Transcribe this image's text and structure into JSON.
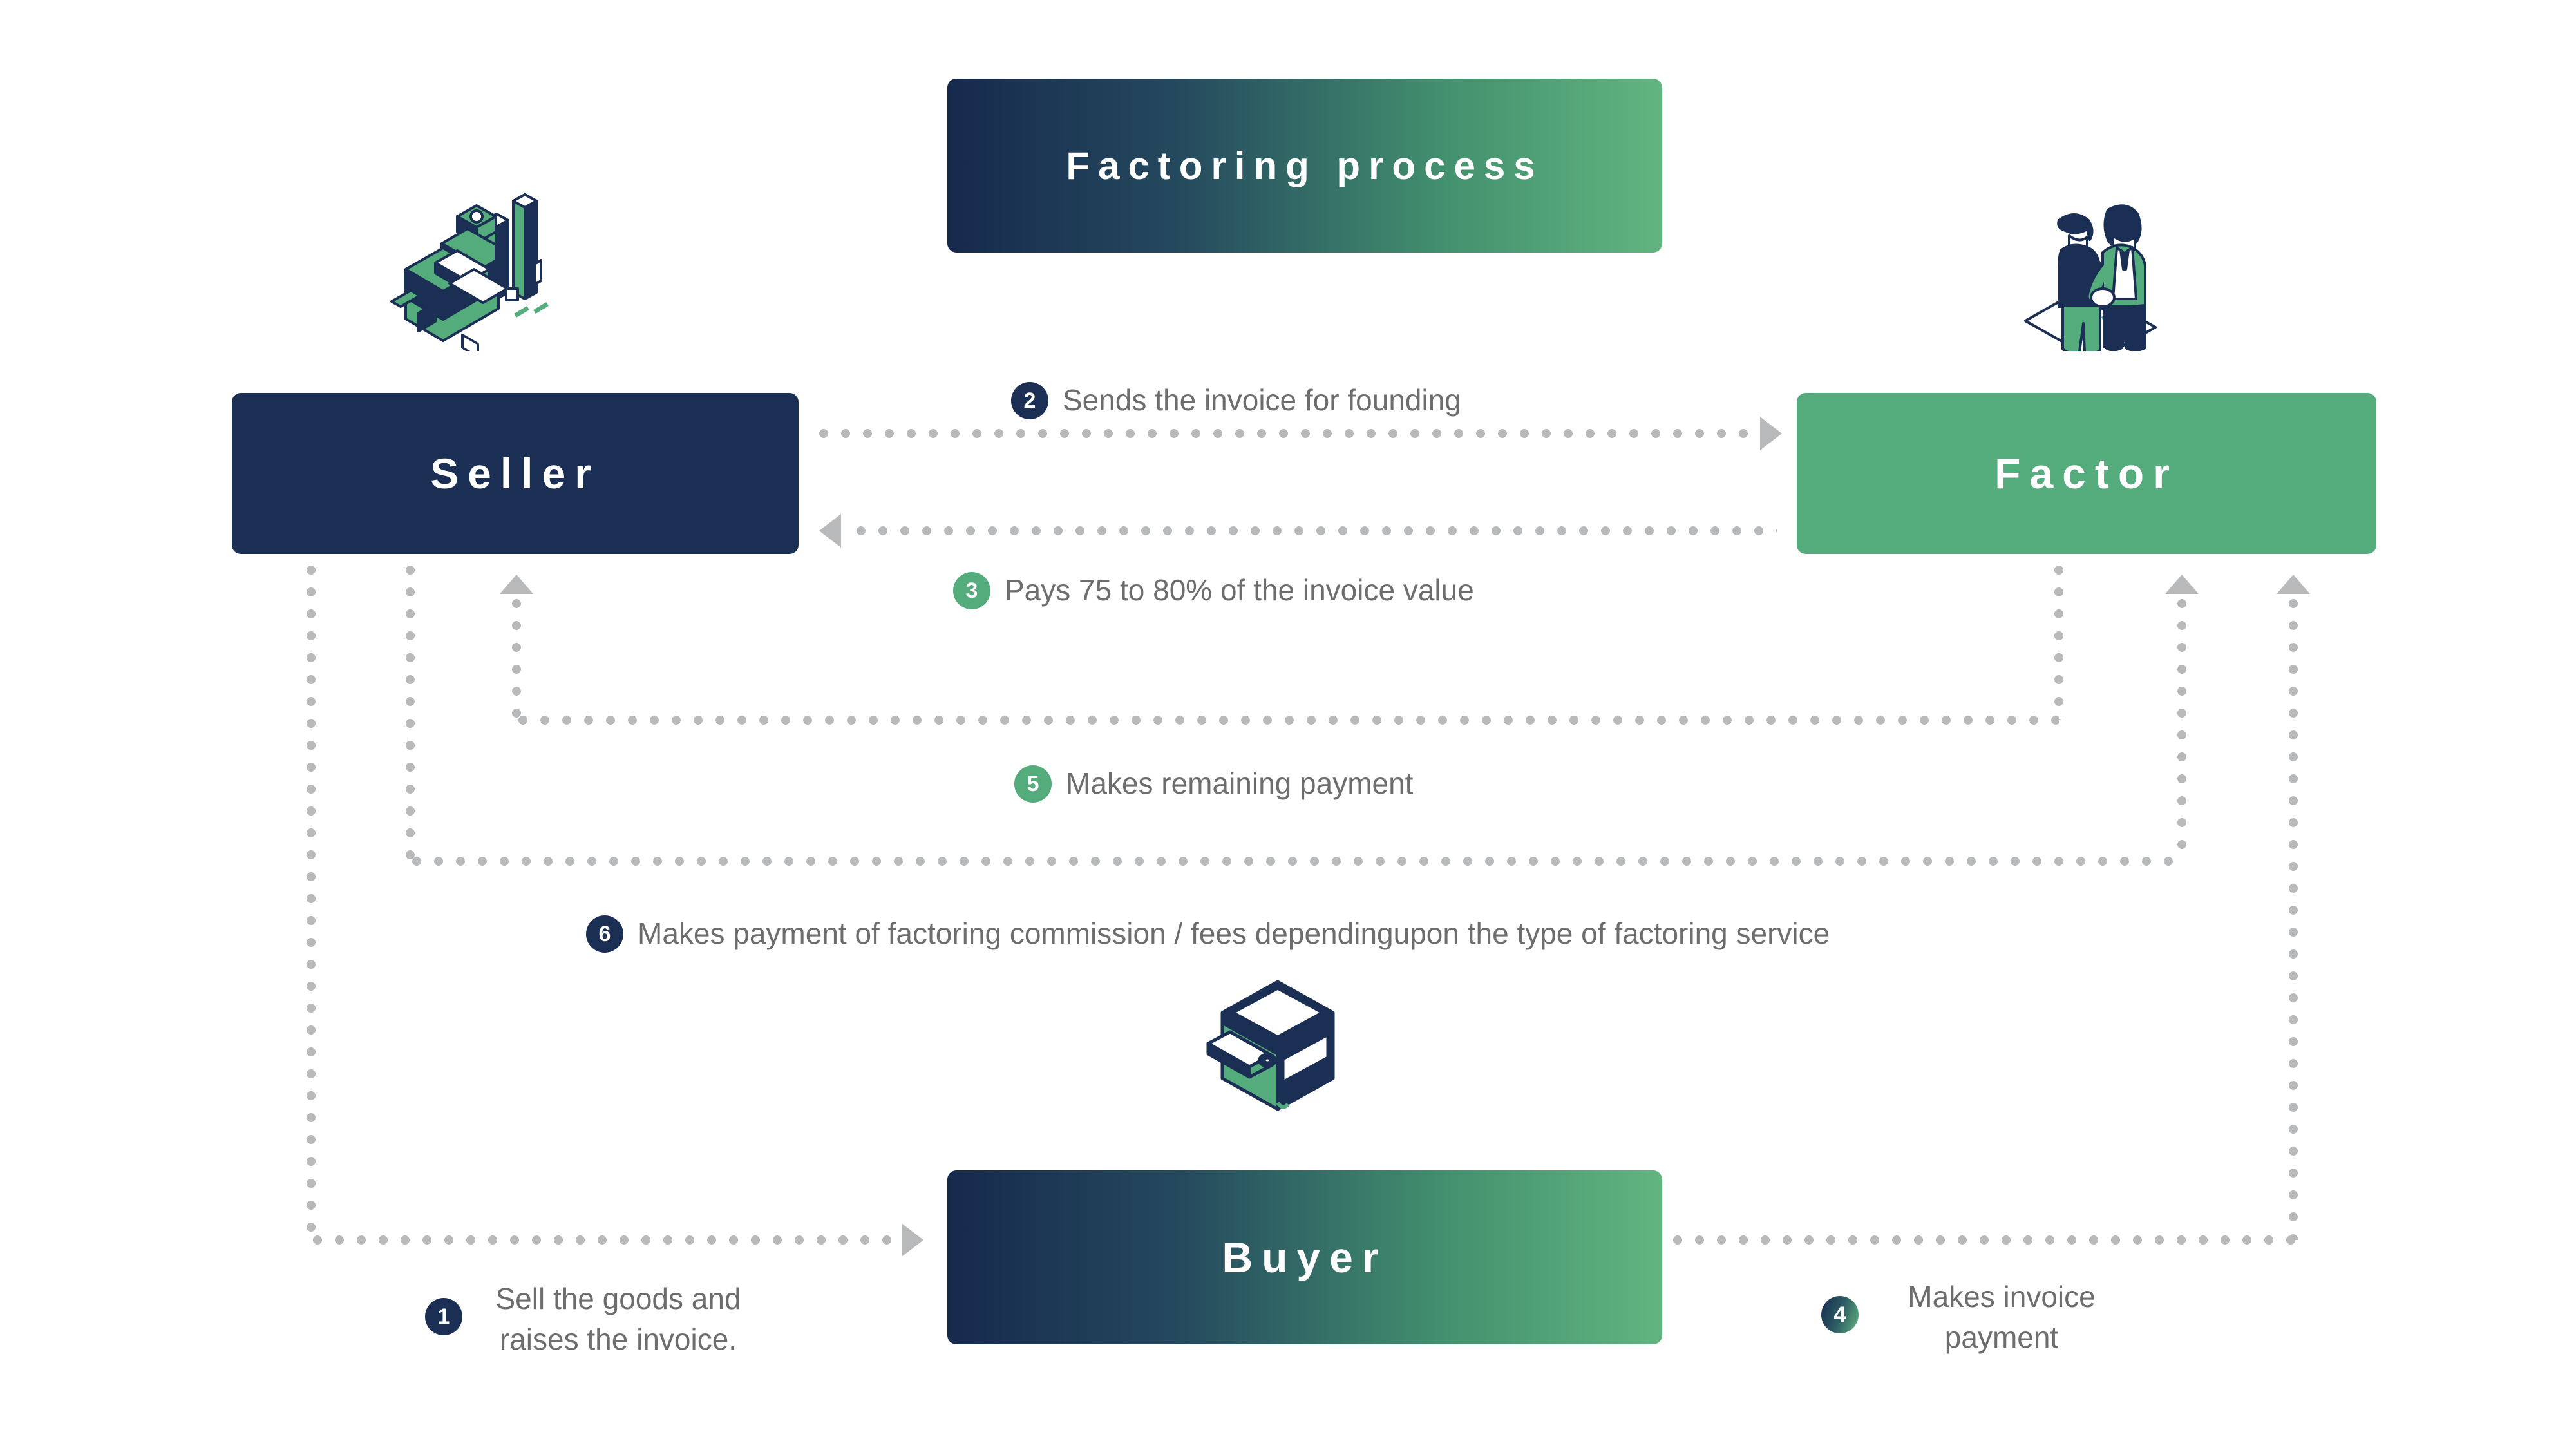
{
  "diagram": {
    "title": "Factoring process",
    "entities": {
      "seller": "Seller",
      "factor": "Factor",
      "buyer": "Buyer"
    },
    "colors": {
      "navy": "#1b2f55",
      "green": "#54ab7c",
      "gradient_start": "#16294d",
      "gradient_end": "#62b480",
      "connector": "#b7b9bb",
      "label_text": "#6d6d6d"
    },
    "steps": [
      {
        "number": "1",
        "badge_style": "navy",
        "text_line1": "Sell the goods and",
        "text_line2": "raises the invoice.",
        "from": "Seller",
        "to": "Buyer"
      },
      {
        "number": "2",
        "badge_style": "navy",
        "text": "Sends the invoice for founding",
        "from": "Seller",
        "to": "Factor"
      },
      {
        "number": "3",
        "badge_style": "green",
        "text": "Pays 75 to 80% of the invoice value",
        "from": "Factor",
        "to": "Seller"
      },
      {
        "number": "4",
        "badge_style": "gradient",
        "text_line1": "Makes invoice",
        "text_line2": "payment",
        "from": "Buyer",
        "to": "Factor"
      },
      {
        "number": "5",
        "badge_style": "green",
        "text": "Makes remaining payment",
        "from": "Factor",
        "to": "Seller"
      },
      {
        "number": "6",
        "badge_style": "navy",
        "text": "Makes payment of factoring commission / fees dependingupon the type of factoring service",
        "from": "Seller",
        "to": "Factor"
      }
    ],
    "illustrations": [
      {
        "name": "factory-illustration",
        "near": "Seller"
      },
      {
        "name": "handshake-illustration",
        "near": "Factor"
      },
      {
        "name": "printer-illustration",
        "near": "Buyer"
      }
    ]
  }
}
